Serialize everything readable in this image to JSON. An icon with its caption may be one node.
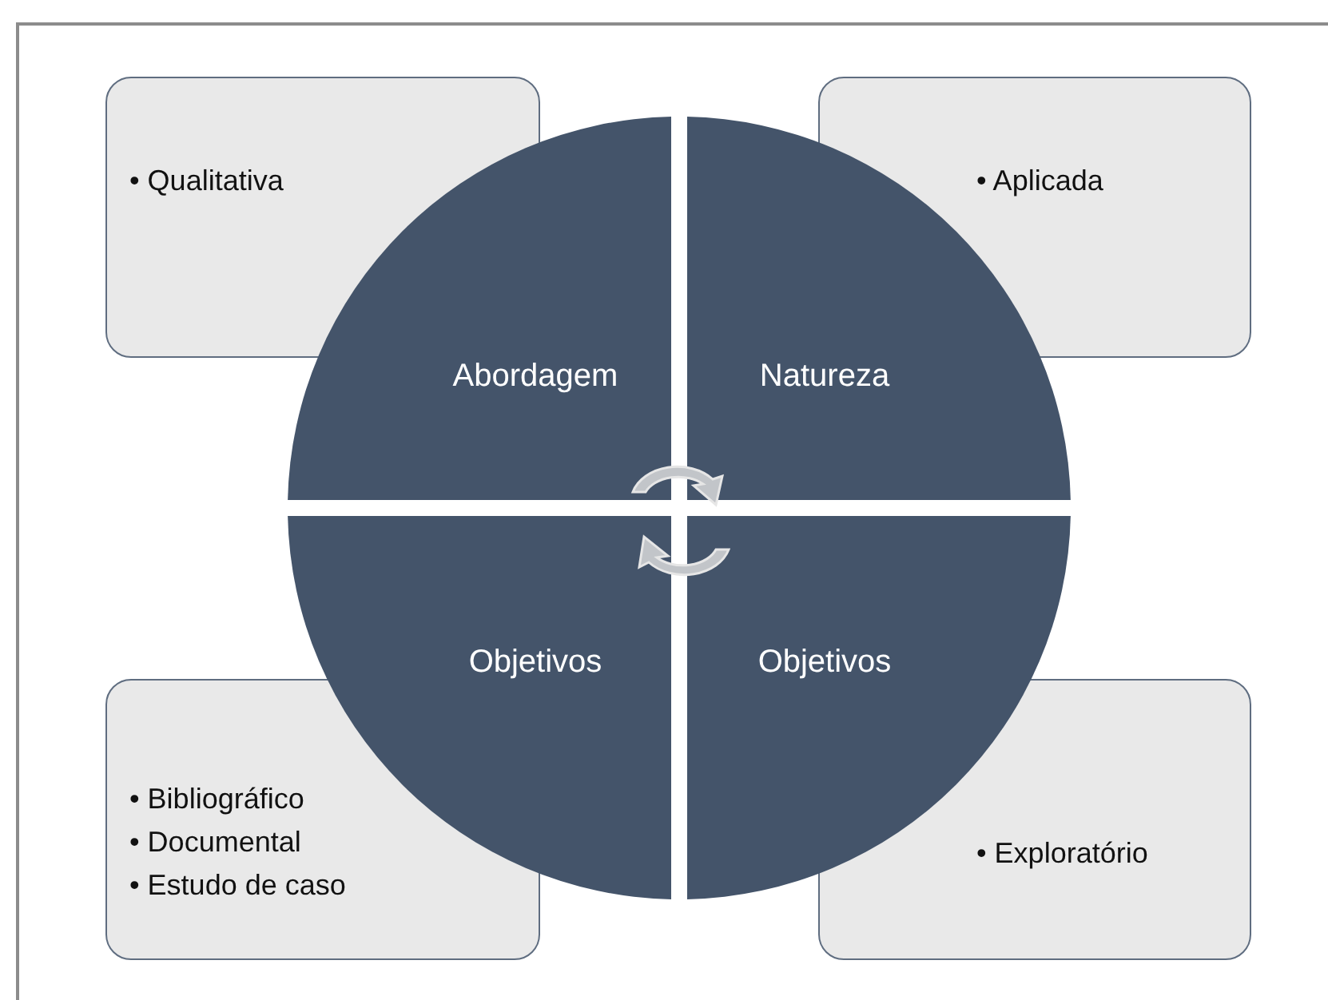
{
  "diagram": {
    "nodes": [
      {
        "text": [
          "• Qualitativa"
        ]
      },
      {
        "text": [
          "• Aplicada"
        ]
      },
      {
        "text": [
          "Abordagem"
        ]
      },
      {
        "text": [
          "Natureza"
        ]
      },
      {
        "text": [
          "Objetivos"
        ]
      },
      {
        "text": [
          "Objetivos"
        ]
      },
      {
        "text": [
          "• Bibliográfico",
          "• Documental",
          "• Estudo de caso"
        ]
      },
      {
        "text": [
          "• Exploratório"
        ]
      }
    ]
  }
}
